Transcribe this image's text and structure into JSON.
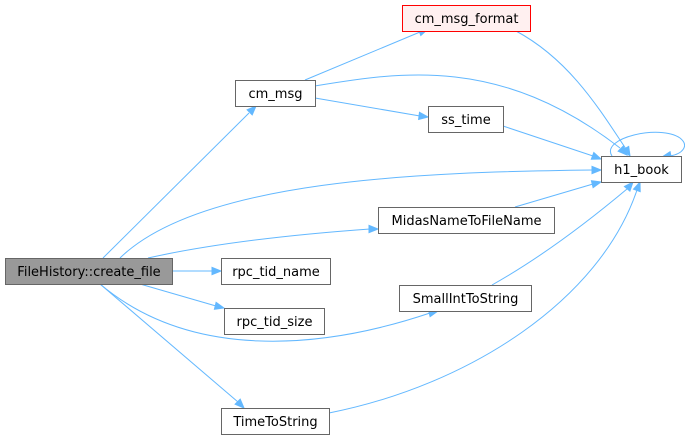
{
  "colors": {
    "edge": "#63b8ff",
    "node_fill": "#ffffff",
    "node_stroke": "#666666",
    "focus_fill": "#999999",
    "focus_stroke": "#666666",
    "highlight_fill": "#fff0f0",
    "highlight_stroke": "#ff0000"
  },
  "nodes": {
    "create_file": {
      "label": "FileHistory::create_file",
      "style": "focus"
    },
    "cm_msg": {
      "label": "cm_msg",
      "style": "normal"
    },
    "cm_msg_format": {
      "label": "cm_msg_format",
      "style": "highlight"
    },
    "ss_time": {
      "label": "ss_time",
      "style": "normal"
    },
    "h1_book": {
      "label": "h1_book",
      "style": "normal"
    },
    "MidasNameToFileName": {
      "label": "MidasNameToFileName",
      "style": "normal"
    },
    "rpc_tid_name": {
      "label": "rpc_tid_name",
      "style": "normal"
    },
    "rpc_tid_size": {
      "label": "rpc_tid_size",
      "style": "normal"
    },
    "SmallIntToString": {
      "label": "SmallIntToString",
      "style": "normal"
    },
    "TimeToString": {
      "label": "TimeToString",
      "style": "normal"
    }
  },
  "edges": [
    {
      "from": "create_file",
      "to": "cm_msg"
    },
    {
      "from": "create_file",
      "to": "h1_book"
    },
    {
      "from": "create_file",
      "to": "MidasNameToFileName"
    },
    {
      "from": "create_file",
      "to": "rpc_tid_name"
    },
    {
      "from": "create_file",
      "to": "rpc_tid_size"
    },
    {
      "from": "create_file",
      "to": "SmallIntToString"
    },
    {
      "from": "create_file",
      "to": "TimeToString"
    },
    {
      "from": "cm_msg",
      "to": "cm_msg_format"
    },
    {
      "from": "cm_msg",
      "to": "h1_book"
    },
    {
      "from": "cm_msg",
      "to": "ss_time"
    },
    {
      "from": "cm_msg_format",
      "to": "h1_book"
    },
    {
      "from": "ss_time",
      "to": "h1_book"
    },
    {
      "from": "MidasNameToFileName",
      "to": "h1_book"
    },
    {
      "from": "SmallIntToString",
      "to": "h1_book"
    },
    {
      "from": "TimeToString",
      "to": "h1_book"
    },
    {
      "from": "h1_book",
      "to": "h1_book"
    }
  ]
}
